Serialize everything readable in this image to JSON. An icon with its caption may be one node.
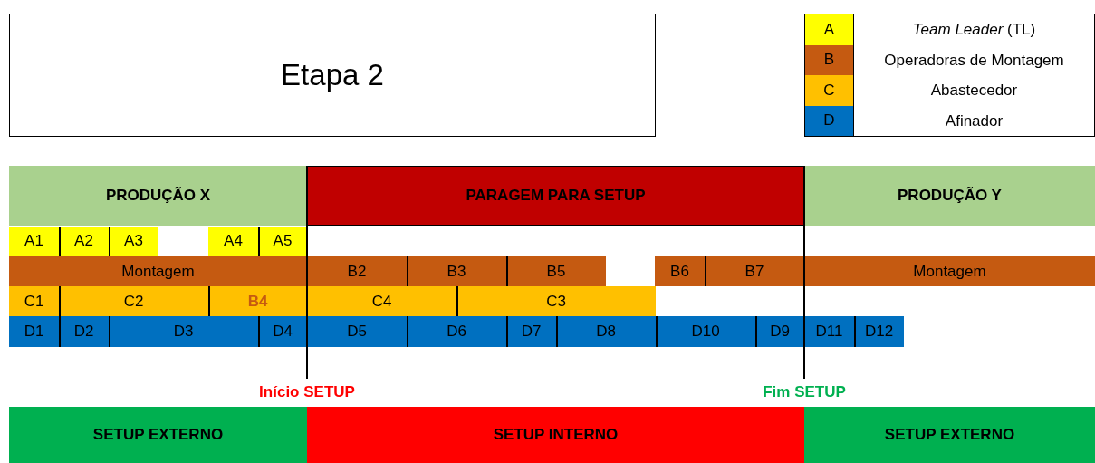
{
  "diagram": {
    "title": "Etapa 2",
    "nodes": [
      {
        "text": [
          "PRODUÇÃO X"
        ]
      },
      {
        "text": [
          "PARAGEM PARA SETUP"
        ]
      },
      {
        "text": [
          "PRODUÇÃO Y"
        ]
      },
      {
        "text": [
          "A1"
        ]
      },
      {
        "text": [
          "A2"
        ]
      },
      {
        "text": [
          "A3"
        ]
      },
      {
        "text": [
          "A4"
        ]
      },
      {
        "text": [
          "A5"
        ]
      },
      {
        "text": [
          "Montagem"
        ]
      },
      {
        "text": [
          "B2"
        ]
      },
      {
        "text": [
          "B3"
        ]
      },
      {
        "text": [
          "B5"
        ]
      },
      {
        "text": [
          "B6"
        ]
      },
      {
        "text": [
          "B7"
        ]
      },
      {
        "text": [
          "Montagem"
        ]
      },
      {
        "text": [
          "C1"
        ]
      },
      {
        "text": [
          "C2"
        ]
      },
      {
        "text": [
          "B4"
        ]
      },
      {
        "text": [
          "C4"
        ]
      },
      {
        "text": [
          "C3"
        ]
      },
      {
        "text": [
          "D1"
        ]
      },
      {
        "text": [
          "D2"
        ]
      },
      {
        "text": [
          "D3"
        ]
      },
      {
        "text": [
          "D4"
        ]
      },
      {
        "text": [
          "D5"
        ]
      },
      {
        "text": [
          "D6"
        ]
      },
      {
        "text": [
          "D7"
        ]
      },
      {
        "text": [
          "D8"
        ]
      },
      {
        "text": [
          "D10"
        ]
      },
      {
        "text": [
          "D9"
        ]
      },
      {
        "text": [
          "D11"
        ]
      },
      {
        "text": [
          "D12"
        ]
      },
      {
        "text": [
          "SETUP EXTERNO"
        ]
      },
      {
        "text": [
          "SETUP INTERNO"
        ]
      },
      {
        "text": [
          "SETUP EXTERNO"
        ]
      }
    ],
    "edges": [],
    "labels": [
      "A",
      "B",
      "C",
      "D",
      "Início SETUP",
      "Fim SETUP"
    ],
    "legend": [
      {
        "text": "*Team Leader* (TL)",
        "color": "#ffff00"
      },
      {
        "text": "Operadoras de Montagem",
        "color": "#c55a11"
      },
      {
        "text": "Abastecedor",
        "color": "#ffc000"
      },
      {
        "text": "Afinador",
        "color": "#0070c0"
      }
    ]
  }
}
